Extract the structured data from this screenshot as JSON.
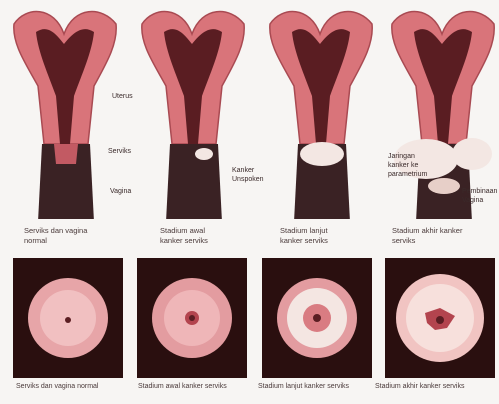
{
  "labels": {
    "uterus": "Uterus",
    "cervix": "Serviks",
    "vagina": "Vagina",
    "cancer_cells": [
      "Kanker",
      "Unspoken"
    ],
    "spread_cancer": [
      "Jaringan",
      "kanker ke",
      "parametrium"
    ],
    "upper_vagina": [
      "Pembinaan",
      "Vagina"
    ]
  },
  "stages": [
    {
      "caption": [
        "Serviks dan vagina",
        "normal"
      ]
    },
    {
      "caption": [
        "Stadium awal",
        "kanker serviks"
      ]
    },
    {
      "caption": [
        "Stadium lanjut",
        "kanker serviks"
      ]
    },
    {
      "caption": [
        "Stadium akhir kanker",
        "serviks"
      ]
    }
  ],
  "photos": [
    {
      "caption": "Serviks dan vagina normal"
    },
    {
      "caption": "Stadium awal kanker serviks"
    },
    {
      "caption": "Stadium lanjut kanker serviks"
    },
    {
      "caption": "Stadium akhir kanker serviks"
    }
  ],
  "colors": {
    "tissue": "#d9747a",
    "tissue_dark": "#a94a52",
    "cavity": "#5a1d22",
    "vagina": "#3a2224",
    "cancer": "#f3e7e3"
  }
}
